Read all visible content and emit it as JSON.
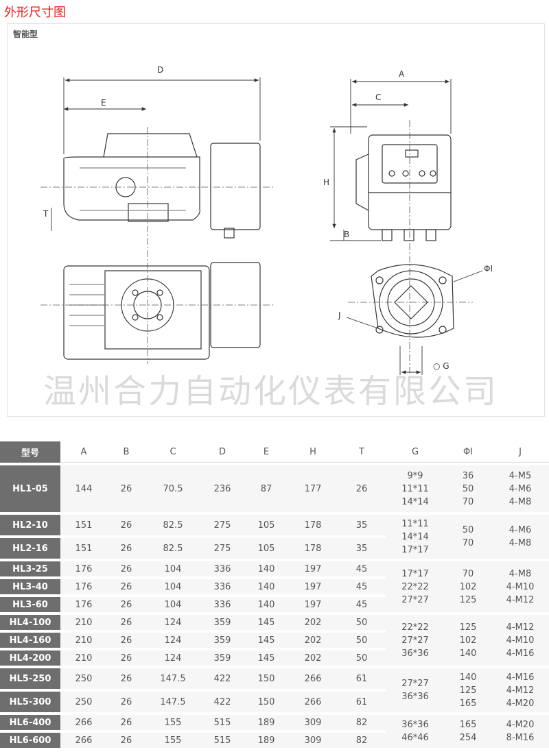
{
  "heading": "外形尺寸图",
  "subtitle": "智能型",
  "watermark": "温州合力自动化仪表有限公司",
  "dimension_labels": {
    "D": "D",
    "E": "E",
    "T": "T",
    "A": "A",
    "C": "C",
    "H": "H",
    "B": "B",
    "PhiI": "ΦI",
    "J": "J",
    "G": "G"
  },
  "table": {
    "headers": [
      "型号",
      "A",
      "B",
      "C",
      "D",
      "E",
      "H",
      "T",
      "G",
      "ΦI",
      "J"
    ],
    "rows": [
      {
        "model": "HL1-05",
        "A": "144",
        "B": "26",
        "C": "70.5",
        "D": "236",
        "E": "87",
        "H": "177",
        "T": "26"
      },
      {
        "model": "HL2-10",
        "A": "151",
        "B": "26",
        "C": "82.5",
        "D": "275",
        "E": "105",
        "H": "178",
        "T": "35"
      },
      {
        "model": "HL2-16",
        "A": "151",
        "B": "26",
        "C": "82.5",
        "D": "275",
        "E": "105",
        "H": "178",
        "T": "35"
      },
      {
        "model": "HL3-25",
        "A": "176",
        "B": "26",
        "C": "104",
        "D": "336",
        "E": "140",
        "H": "197",
        "T": "45"
      },
      {
        "model": "HL3-40",
        "A": "176",
        "B": "26",
        "C": "104",
        "D": "336",
        "E": "140",
        "H": "197",
        "T": "45"
      },
      {
        "model": "HL3-60",
        "A": "176",
        "B": "26",
        "C": "104",
        "D": "336",
        "E": "140",
        "H": "197",
        "T": "45"
      },
      {
        "model": "HL4-100",
        "A": "210",
        "B": "26",
        "C": "124",
        "D": "359",
        "E": "145",
        "H": "202",
        "T": "50"
      },
      {
        "model": "HL4-160",
        "A": "210",
        "B": "26",
        "C": "124",
        "D": "359",
        "E": "145",
        "H": "202",
        "T": "50"
      },
      {
        "model": "HL4-200",
        "A": "210",
        "B": "26",
        "C": "124",
        "D": "359",
        "E": "145",
        "H": "202",
        "T": "50"
      },
      {
        "model": "HL5-250",
        "A": "250",
        "B": "26",
        "C": "147.5",
        "D": "422",
        "E": "150",
        "H": "266",
        "T": "61"
      },
      {
        "model": "HL5-300",
        "A": "250",
        "B": "26",
        "C": "147.5",
        "D": "422",
        "E": "150",
        "H": "266",
        "T": "61"
      },
      {
        "model": "HL6-400",
        "A": "266",
        "B": "26",
        "C": "155",
        "D": "515",
        "E": "189",
        "H": "309",
        "T": "82"
      },
      {
        "model": "HL6-600",
        "A": "266",
        "B": "26",
        "C": "155",
        "D": "515",
        "E": "189",
        "H": "309",
        "T": "82"
      }
    ],
    "groups": [
      {
        "G": [
          "9*9",
          "11*11",
          "14*14"
        ],
        "I": [
          "36",
          "50",
          "70"
        ],
        "J": [
          "4-M5",
          "4-M6",
          "4-M8"
        ]
      },
      {
        "G": [
          "11*11",
          "14*14",
          "17*17"
        ],
        "I": [
          "50",
          "70"
        ],
        "J": [
          "4-M6",
          "4-M8"
        ]
      },
      {
        "G": [
          "17*17",
          "22*22",
          "27*27"
        ],
        "I": [
          "70",
          "102",
          "125"
        ],
        "J": [
          "4-M8",
          "4-M10",
          "4-M12"
        ]
      },
      {
        "G": [
          "22*22",
          "27*27",
          "36*36"
        ],
        "I": [
          "125",
          "102",
          "140"
        ],
        "J": [
          "4-M12",
          "4-M10",
          "4-M16"
        ]
      },
      {
        "G": [
          "27*27",
          "36*36"
        ],
        "I": [
          "140",
          "125",
          "165"
        ],
        "J": [
          "4-M16",
          "4-M12",
          "4-M20"
        ]
      },
      {
        "G": [
          "36*36",
          "46*46"
        ],
        "I": [
          "165",
          "254"
        ],
        "J": [
          "4-M20",
          "8-M16"
        ]
      }
    ]
  }
}
